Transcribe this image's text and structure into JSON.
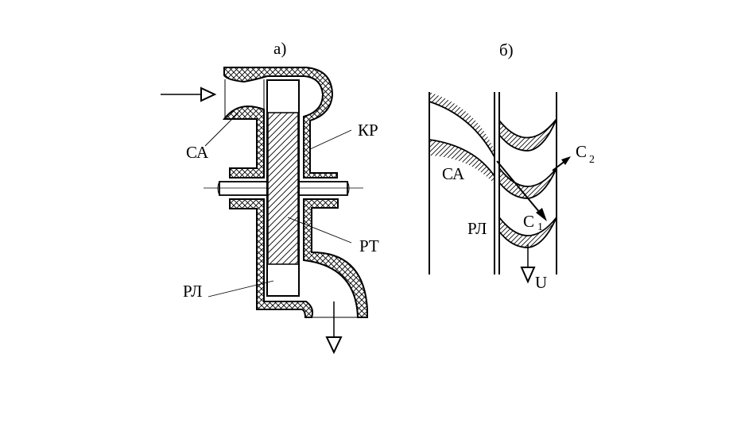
{
  "figure_a": {
    "title": "а)",
    "labels": {
      "sa": "СА",
      "kr": "КР",
      "rt": "РТ",
      "rl": "РЛ"
    }
  },
  "figure_b": {
    "title": "б)",
    "labels": {
      "sa": "СА",
      "rl": "РЛ",
      "c1": "С",
      "c1_sub": "1",
      "c2": "С",
      "c2_sub": "2",
      "u": "U"
    }
  }
}
